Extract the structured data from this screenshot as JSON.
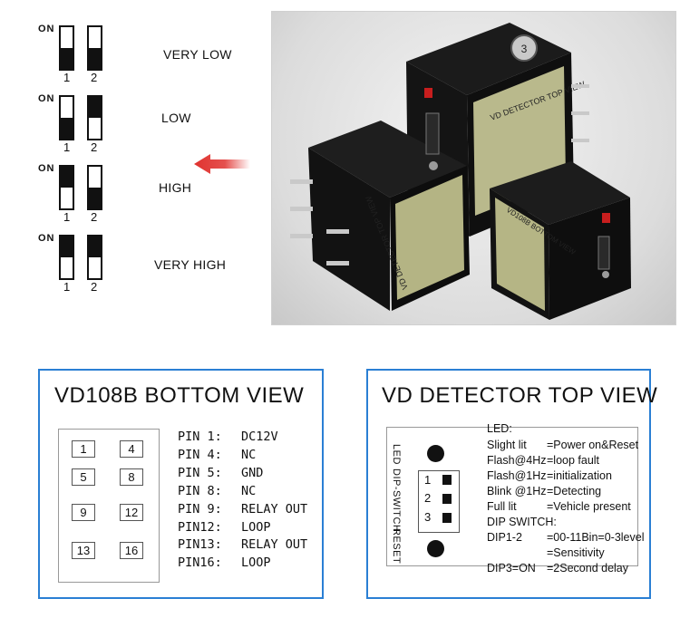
{
  "dip_guide": {
    "on_label": "ON",
    "switch_numbers": [
      "1",
      "2"
    ],
    "rows": [
      {
        "level": "VERY LOW",
        "switches": [
          "off",
          "off"
        ]
      },
      {
        "level": "LOW",
        "switches": [
          "off",
          "on"
        ]
      },
      {
        "level": "HIGH",
        "switches": [
          "on",
          "off"
        ]
      },
      {
        "level": "VERY HIGH",
        "switches": [
          "on",
          "on"
        ]
      }
    ],
    "arrow_color": "#e0322f"
  },
  "photo": {
    "cube_top_label": "VD DETECTOR TOP VIEW",
    "cube_side_label": "VD108B BOTTOM VIEW",
    "cube_front_label": "VD DETECTOR TOP VIEW",
    "dial_mark": "3",
    "led_color": "#c81e1e"
  },
  "bottom_view": {
    "title": "VD108B BOTTOM VIEW",
    "pins": [
      [
        "1",
        "4"
      ],
      [
        "5",
        "8"
      ],
      [
        "9",
        "12"
      ],
      [
        "13",
        "16"
      ]
    ],
    "pin_lines": [
      {
        "label": "PIN 1:",
        "value": "DC12V"
      },
      {
        "label": "PIN 4:",
        "value": "NC"
      },
      {
        "label": "PIN 5:",
        "value": "GND"
      },
      {
        "label": "PIN 8:",
        "value": "NC"
      },
      {
        "label": "PIN 9:",
        "value": "RELAY OUT"
      },
      {
        "label": "PIN12:",
        "value": "LOOP"
      },
      {
        "label": "PIN13:",
        "value": "RELAY OUT"
      },
      {
        "label": "PIN16:",
        "value": "LOOP"
      }
    ]
  },
  "top_view": {
    "title": "VD DETECTOR TOP VIEW",
    "vertical_labels": [
      "LED",
      "DIP-SWITCH",
      "RESET"
    ],
    "dip_numbers": [
      "1",
      "2",
      "3"
    ],
    "legend_header": "LED:",
    "legend": [
      {
        "key": "Slight lit",
        "value": "=Power on&Reset"
      },
      {
        "key": "Flash@4Hz",
        "value": "=loop fault"
      },
      {
        "key": "Flash@1Hz",
        "value": "=initialization"
      },
      {
        "key": "Blink @1Hz",
        "value": "=Detecting"
      },
      {
        "key": "Full lit",
        "value": "=Vehicle present"
      }
    ],
    "dip_header": "DIP SWITCH:",
    "dip_legend": [
      {
        "key": "DIP1-2",
        "value": "=00-11Bin=0-3level"
      },
      {
        "key": "",
        "value": "=Sensitivity"
      },
      {
        "key": "DIP3=ON",
        "value": "=2Second delay"
      }
    ],
    "accent_color": "#2a7fd4"
  }
}
